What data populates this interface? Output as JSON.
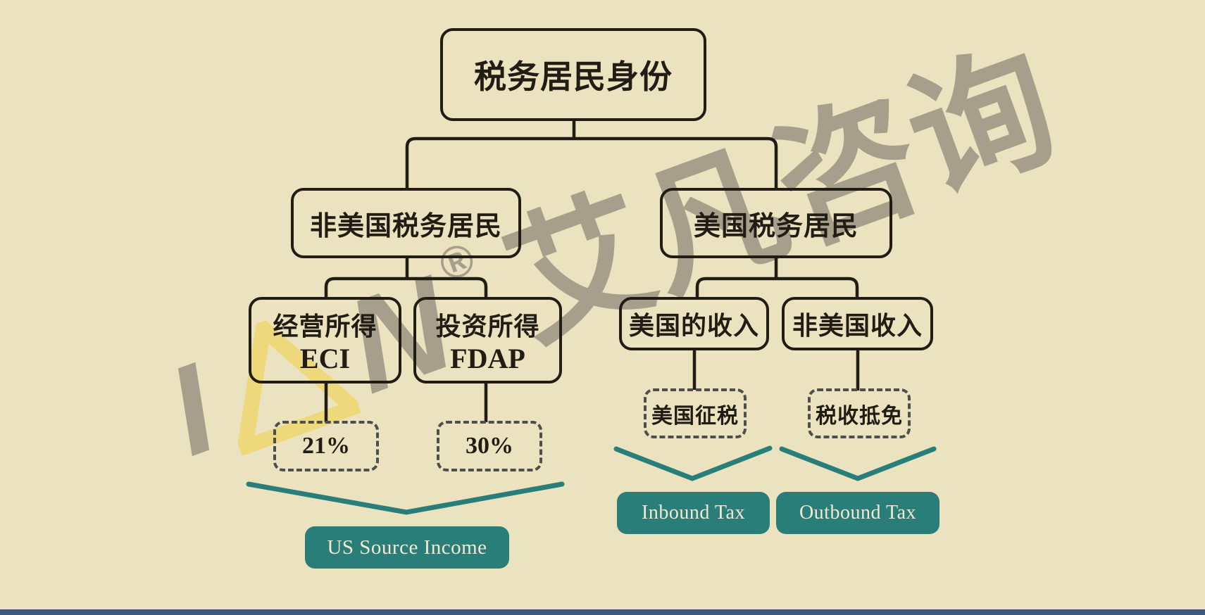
{
  "palette": {
    "bg": "#ebe3bf",
    "line": "#211d15",
    "dash": "#4e4e4e",
    "teal": "#2a7e79",
    "cream": "#f2ead0",
    "wmgray": "#a69f8c",
    "wmyellow": "#eed87c",
    "bar": "#43567c"
  },
  "watermark": {
    "letter_i": "I",
    "letter_n": "N",
    "registered_mark": "®",
    "cn_text": "艾凡咨询"
  },
  "icons": {
    "watermark_letter_a": "yellow-triangle-outline-icon"
  },
  "tree": {
    "root": {
      "label": "税务居民身份"
    },
    "level2": [
      {
        "label": "非美国税务居民"
      },
      {
        "label": "美国税务居民"
      }
    ],
    "level3": [
      {
        "line1": "经营所得",
        "line2": "ECI"
      },
      {
        "line1": "投资所得",
        "line2": "FDAP"
      },
      {
        "label": "美国的收入"
      },
      {
        "label": "非美国收入"
      }
    ],
    "rates": [
      {
        "label": "21%"
      },
      {
        "label": "30%"
      }
    ],
    "tags": [
      {
        "label": "美国征税"
      },
      {
        "label": "税收抵免"
      }
    ],
    "results": [
      {
        "label": "US Source Income"
      },
      {
        "label": "Inbound Tax"
      },
      {
        "label": "Outbound Tax"
      }
    ]
  }
}
